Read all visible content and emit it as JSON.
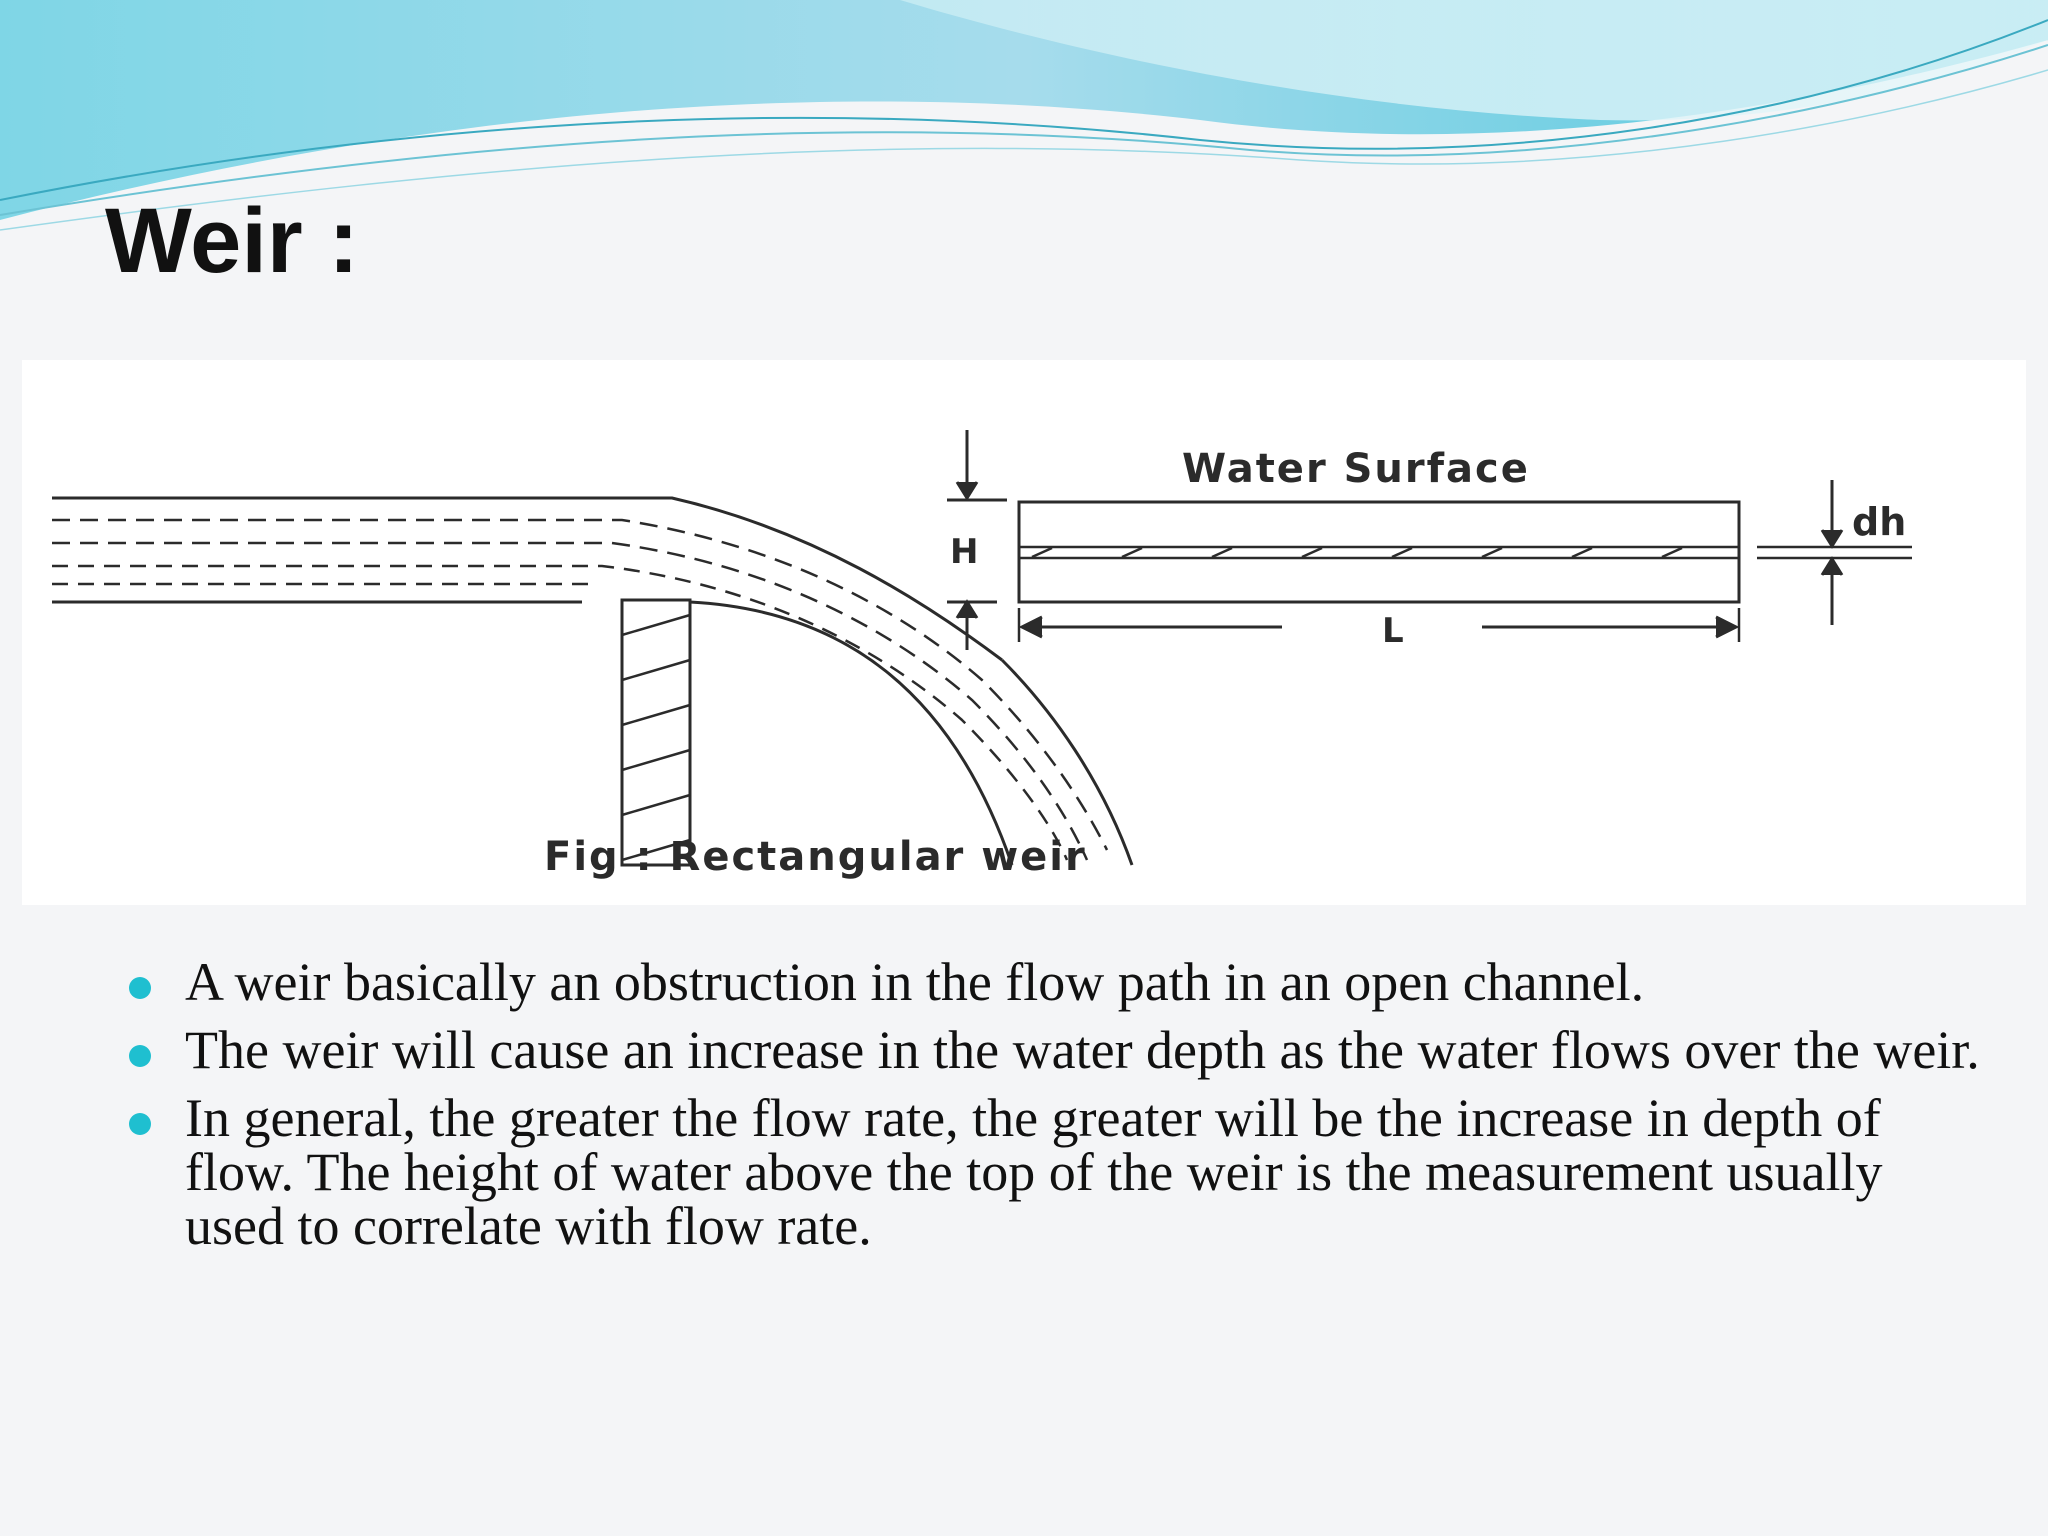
{
  "slide": {
    "title": "Weir :",
    "accent_color": "#1fbfd0"
  },
  "figure": {
    "caption": "Fig : Rectangular weir",
    "label_water_surface": "Water Surface",
    "label_h": "H",
    "label_dh": "dh",
    "label_l": "L"
  },
  "bullets": [
    {
      "text": "A weir basically an obstruction in the flow path in an open channel."
    },
    {
      "text": "The weir will cause an increase in the water depth as the water flows over the weir."
    },
    {
      "text": "In general, the greater the flow rate, the greater will be the increase in depth of flow. The height of water above the top of the weir is the measurement usually used to correlate with flow rate."
    }
  ]
}
